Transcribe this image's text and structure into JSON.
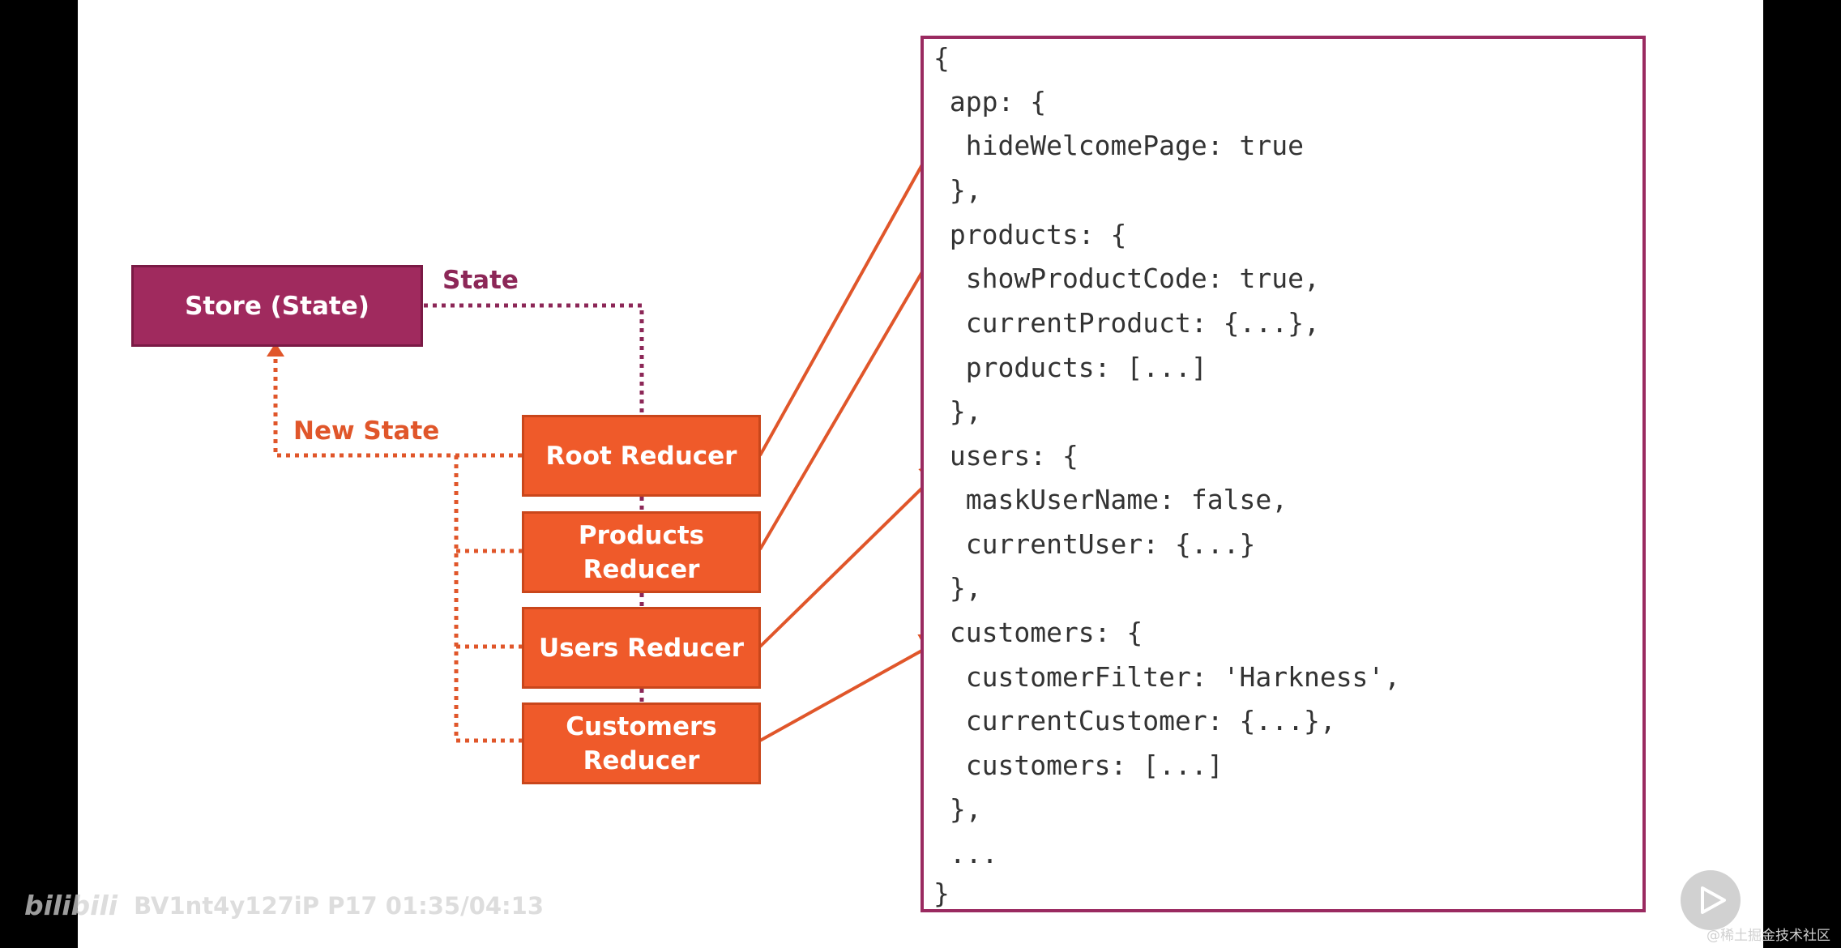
{
  "diagram": {
    "store_label": "Store (State)",
    "state_label": "State",
    "new_state_label": "New State",
    "reducers": [
      {
        "id": "root",
        "label": "Root Reducer"
      },
      {
        "id": "products",
        "label": "Products\nReducer"
      },
      {
        "id": "users",
        "label": "Users Reducer"
      },
      {
        "id": "customers",
        "label": "Customers\nReducer"
      }
    ],
    "colors": {
      "store": "#a02a5e",
      "reducer": "#ef5a2a",
      "state_line": "#8c2757",
      "new_state_line": "#e0562a",
      "panel_border": "#9a2a60"
    }
  },
  "code": {
    "lines": [
      "{",
      " app: {",
      "  hideWelcomePage: true",
      " },",
      " products: {",
      "  showProductCode: true,",
      "  currentProduct: {...},",
      "  products: [...]",
      " },",
      " users: {",
      "  maskUserName: false,",
      "  currentUser: {...}",
      " },",
      " customers: {",
      "  customerFilter: 'Harkness',",
      "  currentCustomer: {...},",
      "  customers: [...]",
      " },",
      " ...",
      "}"
    ]
  },
  "overlay": {
    "watermark_logo": "bilibili",
    "watermark_text": "BV1nt4y127iP P17 01:35/04:13",
    "corner_text": "@稀土掘金技术社区",
    "play_icon": "play-icon"
  }
}
